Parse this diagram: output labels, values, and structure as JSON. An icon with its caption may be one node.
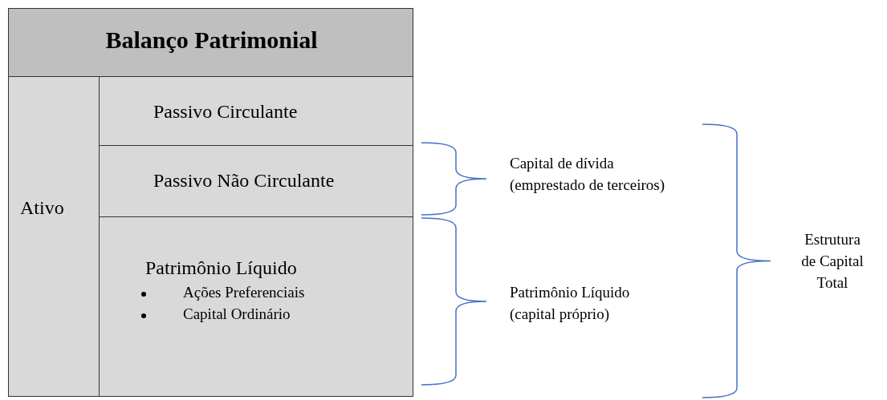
{
  "diagram": {
    "nodes": [
      {
        "text": [
          "Balanço Patrimonial"
        ]
      },
      {
        "text": [
          "Ativo"
        ]
      },
      {
        "text": [
          "Passivo Circulante"
        ]
      },
      {
        "text": [
          "Passivo Não Circulante"
        ]
      },
      {
        "text": [
          "Patrimônio Líquido",
          "Ações Preferenciais",
          "Capital Ordinário"
        ]
      }
    ],
    "edges": [],
    "labels": [
      "Capital de dívida (emprestado de terceiros)",
      "Patrimônio Líquido (capital próprio)",
      "Estrutura de Capital Total"
    ]
  }
}
